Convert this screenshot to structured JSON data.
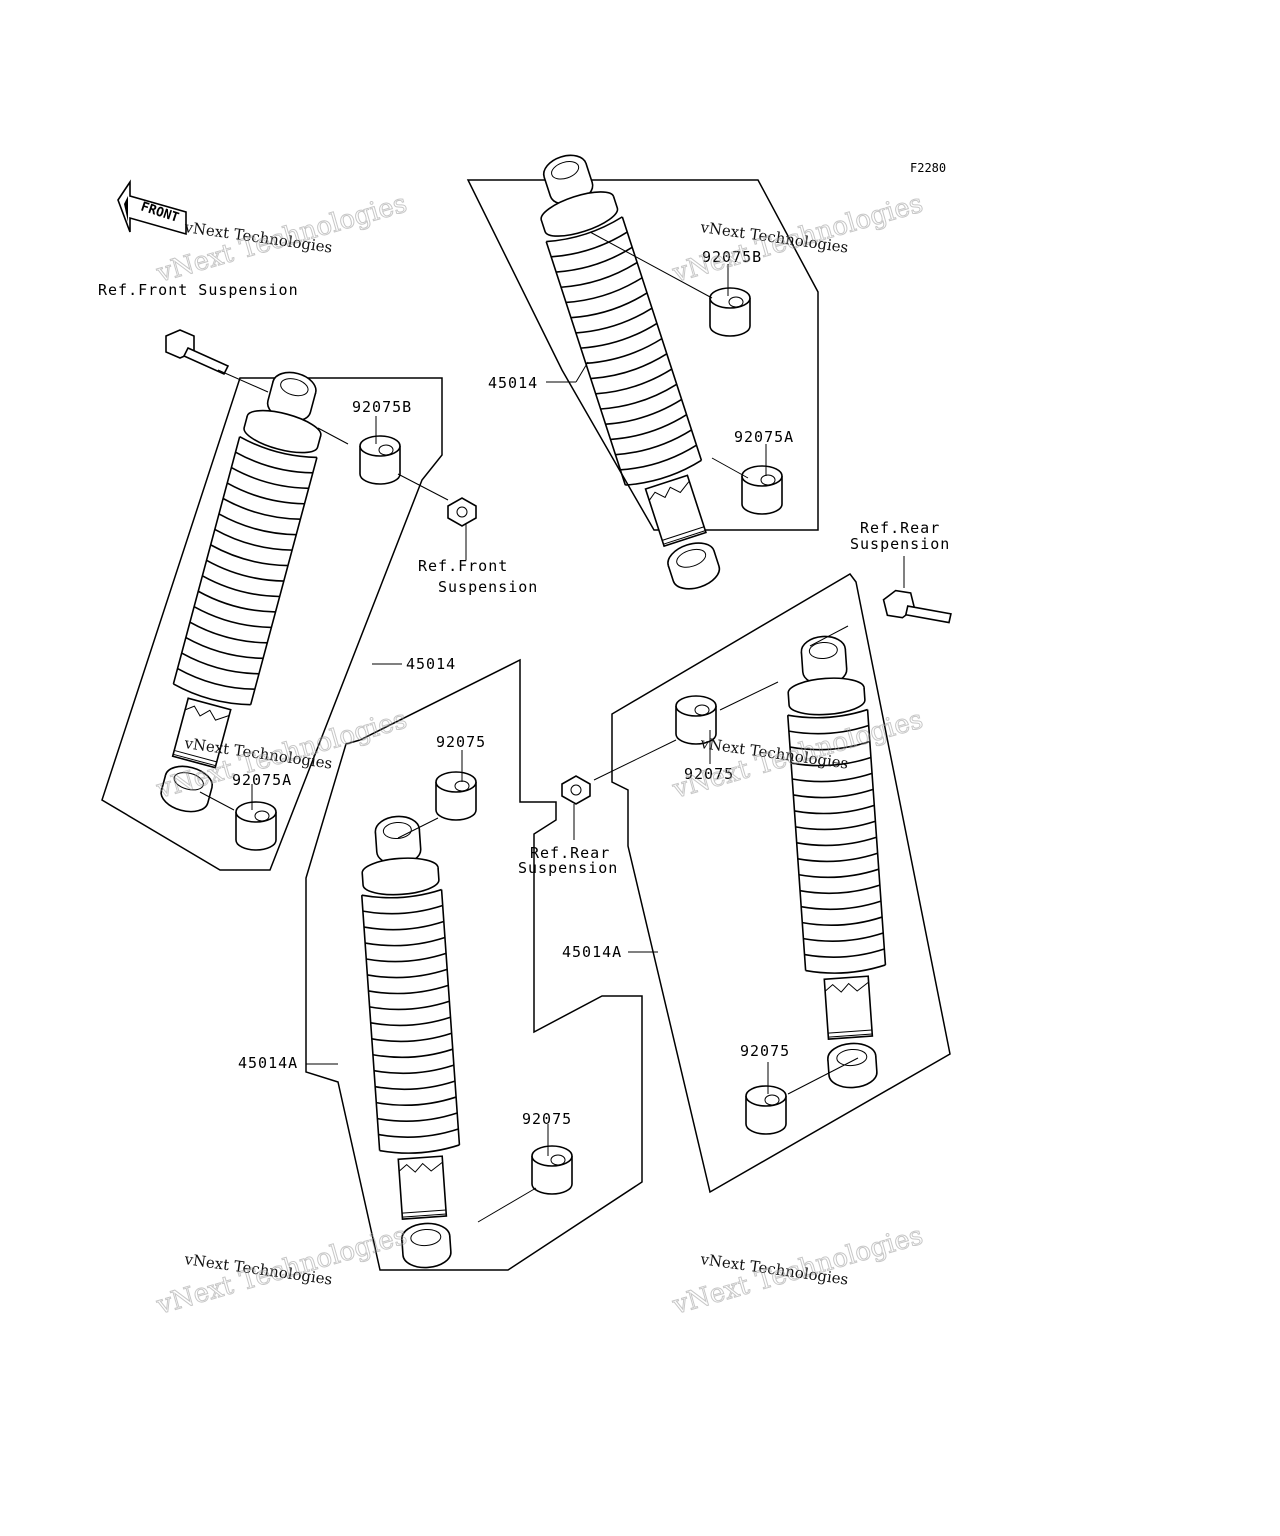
{
  "diagram": {
    "code": "F2280",
    "front_label": "FRONT",
    "watermark": {
      "line1": "vNext Technologies",
      "line2": "vNext Technologies"
    },
    "labels": {
      "ref_front_top": "Ref.Front Suspension",
      "ref_front_mid_1": "Ref.Front",
      "ref_front_mid_2": "Suspension",
      "ref_rear_top_1": "Ref.Rear",
      "ref_rear_top_2": "Suspension",
      "ref_rear_mid_1": "Ref.Rear",
      "ref_rear_mid_2": "Suspension",
      "p45014_top": "45014",
      "p45014_left": "45014",
      "p45014A_left": "45014A",
      "p45014A_right": "45014A",
      "p92075B_top": "92075B",
      "p92075A_top": "92075A",
      "p92075B_left": "92075B",
      "p92075A_left": "92075A",
      "p92075_mid": "92075",
      "p92075_mid_low": "92075",
      "p92075_right_top": "92075",
      "p92075_right_low": "92075"
    }
  }
}
